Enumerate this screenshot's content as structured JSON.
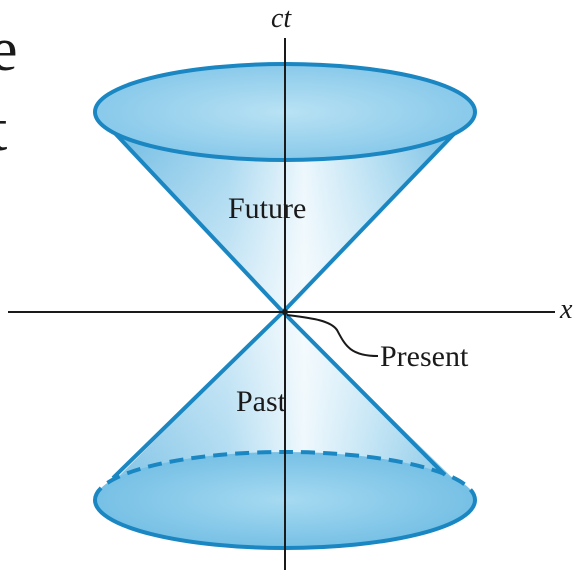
{
  "diagram": {
    "axes": {
      "vertical_label": "ct",
      "horizontal_label": "x"
    },
    "regions": {
      "future_label": "Future",
      "past_label": "Past"
    },
    "callout": {
      "present_label": "Present"
    },
    "fragments": {
      "line1": "e",
      "line2": "t"
    },
    "colors": {
      "cone_fill": "#9dd3ee",
      "cone_edge": "#1a86c2",
      "cone_light": "#e6f4fb",
      "axis": "#1a1a1a"
    }
  }
}
